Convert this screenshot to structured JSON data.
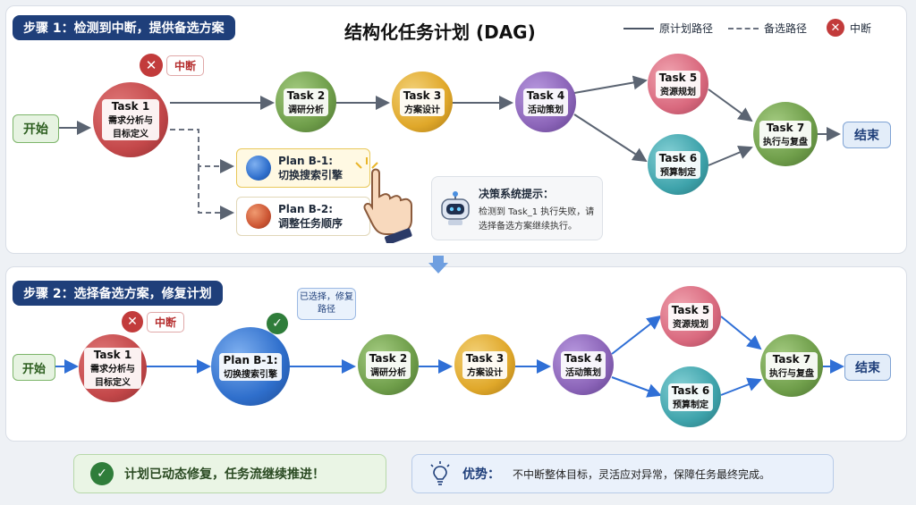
{
  "title": "结构化任务计划 (DAG)",
  "legend": {
    "original": "原计划路径",
    "alternate": "备选路径",
    "interrupt": "中断"
  },
  "step1": {
    "badge": "步骤 1：检测到中断，提供备选方案",
    "start": "开始",
    "end": "结束",
    "interrupt_tag": "中断",
    "tasks": [
      {
        "id": "Task 1",
        "name": "需求分析与目标定义",
        "color": "#c4484a"
      },
      {
        "id": "Task 2",
        "name": "调研分析",
        "color": "#6f9e4a"
      },
      {
        "id": "Task 3",
        "name": "方案设计",
        "color": "#e0a82a"
      },
      {
        "id": "Task 4",
        "name": "活动策划",
        "color": "#8b64b8"
      },
      {
        "id": "Task 5",
        "name": "资源规划",
        "color": "#d9697e"
      },
      {
        "id": "Task 6",
        "name": "预算制定",
        "color": "#3ea3ab"
      },
      {
        "id": "Task 7",
        "name": "执行与复盘",
        "color": "#6f9e4a"
      }
    ],
    "plans": [
      {
        "id": "Plan B-1:",
        "name": "切换搜索引擎",
        "color": "#2f6fcc"
      },
      {
        "id": "Plan B-2:",
        "name": "调整任务顺序",
        "color": "#cc5533"
      }
    ],
    "hint": {
      "title": "决策系统提示：",
      "text": "检测到 Task_1 执行失败，请选择备选方案继续执行。"
    }
  },
  "step2": {
    "badge": "步骤 2：选择备选方案，修复计划",
    "start": "开始",
    "end": "结束",
    "interrupt_tag": "中断",
    "selected_note": "已选择，修复路径",
    "tasks": [
      {
        "id": "Task 1",
        "name": "需求分析与目标定义",
        "color": "#c4484a"
      },
      {
        "id": "Plan B-1:",
        "name": "切换搜索引擎",
        "color": "#2f6fcc"
      },
      {
        "id": "Task 2",
        "name": "调研分析",
        "color": "#6f9e4a"
      },
      {
        "id": "Task 3",
        "name": "方案设计",
        "color": "#e0a82a"
      },
      {
        "id": "Task 4",
        "name": "活动策划",
        "color": "#8b64b8"
      },
      {
        "id": "Task 5",
        "name": "资源规划",
        "color": "#d9697e"
      },
      {
        "id": "Task 6",
        "name": "预算制定",
        "color": "#3ea3ab"
      },
      {
        "id": "Task 7",
        "name": "执行与复盘",
        "color": "#6f9e4a"
      }
    ]
  },
  "footer": {
    "success": "计划已动态修复，任务流继续推进！",
    "advantage_label": "优势：",
    "advantage_text": "不中断整体目标，灵活应对异常，保障任务最终完成。"
  }
}
